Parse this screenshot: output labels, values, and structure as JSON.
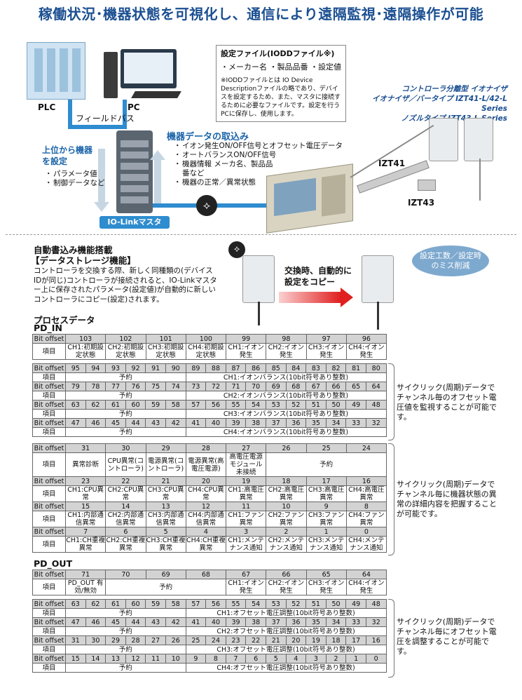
{
  "headline": "稼働状況･機器状態を可視化し、通信により遠隔監視･遠隔操作が可能",
  "diagram": {
    "plc": "PLC",
    "pc": "PC",
    "fieldbus": "フィールドバス",
    "iolink_master": "IO-Linkマスタ",
    "iodd_title": "設定ファイル(IODDファイル※)",
    "iodd_items": "・メーカー名 ・製品品番 ・設定値",
    "iodd_note": "※IODDファイルとは IO Device Descriptionファイルの略であり、デバイスを設定するため、また、マスタに接続するために必要なファイルです。設定を行うPCに保存し、使用します。",
    "upper_title": "上位から機器を設定",
    "upper_items": [
      "パラメータ値",
      "制御データなど"
    ],
    "intake_title": "機器データの取込み",
    "intake_items": [
      "イオン発生ON/OFF信号とオフセット電圧データ",
      "オートバランスON/OFF信号",
      "機器情報 メーカ名、製品品番など",
      "機器の正常／異常状態"
    ],
    "series_line1": "コントローラ分離型 イオナイザ",
    "series_line2": "イオナイザ／バータイプ IZT41-L/42-L Series",
    "series_line3": "ノズルタイプ IZT43-L Series",
    "izt41": "IZT41",
    "izt43": "IZT43"
  },
  "storage": {
    "title1": "自動書込み機能搭載",
    "title2": "【データストレージ機能】",
    "desc": "コントローラを交換する際、新しく同種類の(デバイスIDが同じ)コントローラが接続されると、IO-Linkマスター上に保存されたパラメータ(設定値)が自動的に新しいコントローラにコピー(設定)されます。",
    "arrow_label": "交換時、自動的に設定をコピー",
    "bubble": "設定工数／設定時のミス削減"
  },
  "process": {
    "title": "プロセスデータ",
    "pd_in": "PD_IN",
    "pd_out": "PD_OUT",
    "bit_offset": "Bit offset",
    "item": "項目",
    "reserved": "予約",
    "in_first": {
      "bits": [
        "103",
        "102",
        "101",
        "100",
        "99",
        "98",
        "97",
        "96"
      ],
      "items": [
        "CH1:初期設定状態",
        "CH2:初期設定状態",
        "CH3:初期設定状態",
        "CH4:初期設定状態",
        "CH1:イオン発生",
        "CH2:イオン発生",
        "CH3:イオン発生",
        "CH4:イオン発生"
      ]
    },
    "in_balance": [
      {
        "bits": [
          "95",
          "94",
          "93",
          "92",
          "91",
          "90",
          "89",
          "88",
          "87",
          "86",
          "85",
          "84",
          "83",
          "82",
          "81",
          "80"
        ],
        "label": "CH1:イオンバランス(10bit符号あり整数)"
      },
      {
        "bits": [
          "79",
          "78",
          "77",
          "76",
          "75",
          "74",
          "73",
          "72",
          "71",
          "70",
          "69",
          "68",
          "67",
          "66",
          "65",
          "64"
        ],
        "label": "CH2:イオンバランス(10bit符号あり整数)"
      },
      {
        "bits": [
          "63",
          "62",
          "61",
          "60",
          "59",
          "58",
          "57",
          "56",
          "55",
          "54",
          "53",
          "52",
          "51",
          "50",
          "49",
          "48"
        ],
        "label": "CH3:イオンバランス(10bit符号あり整数)"
      },
      {
        "bits": [
          "47",
          "46",
          "45",
          "44",
          "43",
          "42",
          "41",
          "40",
          "39",
          "38",
          "37",
          "36",
          "35",
          "34",
          "33",
          "32"
        ],
        "label": "CH4:イオンバランス(10bit符号あり整数)"
      }
    ],
    "in_status": [
      {
        "bits": [
          "31",
          "30",
          "29",
          "28",
          "27",
          "26",
          "25",
          "24"
        ],
        "items": [
          "異常診断",
          "CPU異常(コントローラ)",
          "電源異常(コントローラ)",
          "電源異常(高電圧電源)",
          "高電圧電源モジュール未接続",
          "予約"
        ]
      },
      {
        "bits": [
          "23",
          "22",
          "21",
          "20",
          "19",
          "18",
          "17",
          "16"
        ],
        "items": [
          "CH1:CPU異常",
          "CH2:CPU異常",
          "CH3:CPU異常",
          "CH4:CPU異常",
          "CH1:高電圧異常",
          "CH2:高電圧異常",
          "CH3:高電圧異常",
          "CH4:高電圧異常"
        ]
      },
      {
        "bits": [
          "15",
          "14",
          "13",
          "12",
          "11",
          "10",
          "9",
          "8"
        ],
        "items": [
          "CH1:内部通信異常",
          "CH2:内部通信異常",
          "CH3:内部通信異常",
          "CH4:内部通信異常",
          "CH1:ファン異常",
          "CH2:ファン異常",
          "CH3:ファン異常",
          "CH4:ファン異常"
        ]
      },
      {
        "bits": [
          "7",
          "6",
          "5",
          "4",
          "3",
          "2",
          "1",
          "0"
        ],
        "items": [
          "CH1:CH重複異常",
          "CH2:CH重複異常",
          "CH3:CH重複異常",
          "CH4:CH重複異常",
          "CH1:メンテナンス通知",
          "CH2:メンテナンス通知",
          "CH3:メンテナンス通知",
          "CH4:メンテナンス通知"
        ]
      }
    ],
    "out_first": {
      "bits": [
        "71",
        "70",
        "69",
        "68",
        "67",
        "66",
        "65",
        "64"
      ],
      "items": [
        "PD_OUT 有効/無効",
        "予約",
        "CH1:イオン発生",
        "CH2:イオン発生",
        "CH3:イオン発生",
        "CH4:イオン発生"
      ]
    },
    "out_offset": [
      {
        "bits": [
          "63",
          "62",
          "61",
          "60",
          "59",
          "58",
          "57",
          "56",
          "55",
          "54",
          "53",
          "52",
          "51",
          "50",
          "49",
          "48"
        ],
        "label": "CH1:オフセット電圧調整(10bit符号あり整数)"
      },
      {
        "bits": [
          "47",
          "46",
          "45",
          "44",
          "43",
          "42",
          "41",
          "40",
          "39",
          "38",
          "37",
          "36",
          "35",
          "34",
          "33",
          "32"
        ],
        "label": "CH2:オフセット電圧調整(10bit符号あり整数)"
      },
      {
        "bits": [
          "31",
          "30",
          "29",
          "28",
          "27",
          "26",
          "25",
          "24",
          "23",
          "22",
          "21",
          "20",
          "19",
          "18",
          "17",
          "16"
        ],
        "label": "CH3:オフセット電圧調整(10bit符号あり整数)"
      },
      {
        "bits": [
          "15",
          "14",
          "13",
          "12",
          "11",
          "10",
          "9",
          "8",
          "7",
          "6",
          "5",
          "4",
          "3",
          "2",
          "1",
          "0"
        ],
        "label": "CH4:オフセット電圧調整(10bit符号あり整数)"
      }
    ],
    "side_notes": [
      "サイクリック(周期)データでチャンネル毎のオフセット電圧値を監視することが可能です。",
      "サイクリック(周期)データでチャンネル毎に機器状態の異常の詳細内容を把握することが可能です。",
      "サイクリック(周期)データでチャンネル毎にオフセット電圧を調整することが可能です。"
    ]
  }
}
